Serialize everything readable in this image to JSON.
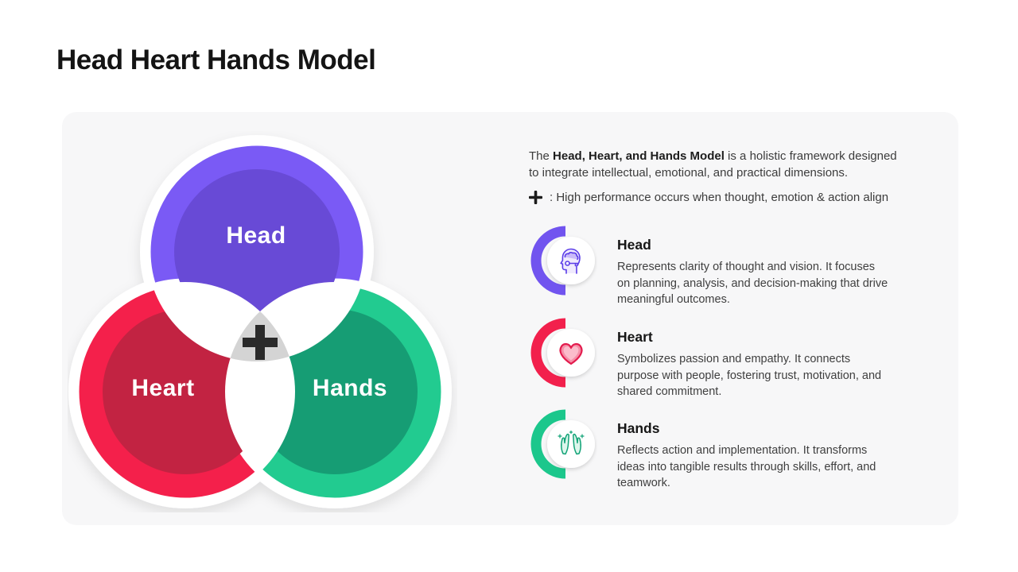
{
  "slide": {
    "title": "Head Heart Hands Model"
  },
  "intro": {
    "line1_prefix": "The ",
    "line1_bold": "Head, Heart, and Hands Model",
    "line1_rest": " is a holistic framework designed",
    "line2": "to integrate intellectual, emotional, and practical dimensions.",
    "note": ": High performance occurs when thought, emotion & action align"
  },
  "venn": {
    "center_symbol": "+",
    "overlap_color": "#ffffff",
    "center_color": "#d4d4d4",
    "circles": [
      {
        "label": "Head",
        "color_outer": "#7a5af5",
        "color_inner": "#684ad6"
      },
      {
        "label": "Heart",
        "color_outer": "#f4204b",
        "color_inner": "#c22342"
      },
      {
        "label": "Hands",
        "color_outer": "#22cb90",
        "color_inner": "#169d74"
      }
    ]
  },
  "items": [
    {
      "title": "Head",
      "accent": "#7154ef",
      "icon": "head-brain-key-icon",
      "lines": [
        "Represents clarity of thought and vision. It focuses",
        "on planning, analysis, and decision-making that drive",
        "meaningful outcomes."
      ]
    },
    {
      "title": "Heart",
      "accent": "#f2204c",
      "icon": "heart-icon",
      "lines": [
        "Symbolizes passion and empathy. It connects",
        "purpose with people, fostering trust, motivation, and",
        "shared commitment."
      ]
    },
    {
      "title": "Hands",
      "accent": "#1cc78c",
      "icon": "hands-icon",
      "lines": [
        "Reflects action and implementation. It transforms",
        "ideas into tangible results through skills, effort, and",
        "teamwork."
      ]
    }
  ]
}
